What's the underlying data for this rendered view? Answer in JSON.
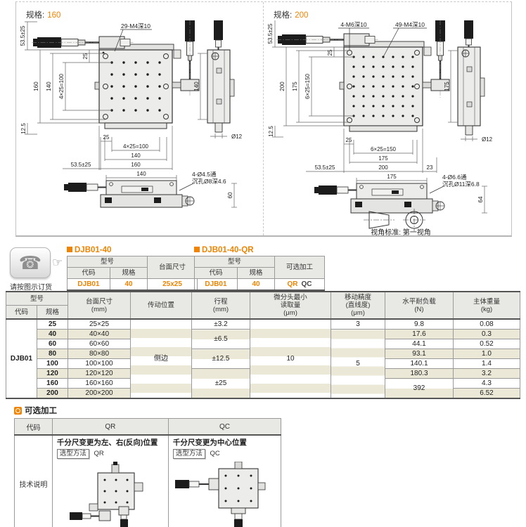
{
  "accent_color": "#f08300",
  "stripe_color": "#ebe8d8",
  "panels": [
    {
      "title_label": "规格:",
      "title_value": "160",
      "labels": {
        "note_holes": "29-M4深10",
        "dim_535_left": "53.5±25",
        "dim_160_v": "160",
        "dim_140_v": "140",
        "dim_4x25_v": "4×25=100",
        "dim_25_v": "25",
        "dim_125": "12.5",
        "dim_25_h": "25",
        "dim_4x25_h": "4×25=100",
        "dim_140_h": "140",
        "dim_160_h": "160",
        "dim_535_h": "53.5±25",
        "side_dim_140": "140",
        "side_dia": "Ø12",
        "bot_dim_140": "140",
        "bot_note1": "4-Ø4.5通",
        "bot_note2": "沉孔Ø8深4.6",
        "bot_dim_60": "60"
      }
    },
    {
      "title_label": "规格:",
      "title_value": "200",
      "labels": {
        "note_corner": "4-M6深10",
        "note_holes": "49-M4深10",
        "dim_535_left": "53.5±25",
        "dim_200_v": "200",
        "dim_175_v": "175",
        "dim_6x25_v": "6×25=150",
        "dim_25_v": "25",
        "dim_125": "12.5",
        "dim_25_h": "25",
        "dim_6x25_h": "6×25=150",
        "dim_175_h": "175",
        "dim_200_h": "200",
        "dim_23": "23",
        "dim_535_h": "53.5±25",
        "side_dim_175": "175",
        "side_dia": "Ø12",
        "bot_dim_175": "175",
        "bot_note1": "4-Ø6.6通",
        "bot_note2": "沉孔Ø11深6.8",
        "bot_dim_64": "64",
        "view_note": "视角标准: 第一视角"
      }
    }
  ],
  "order_note": {
    "caption": "请按图示订货"
  },
  "example_tables": [
    {
      "title": "DJB01-40",
      "col_model": "型号",
      "col_code": "代码",
      "col_spec": "规格",
      "col_extra": "台面尺寸",
      "code": "DJB01",
      "spec": "40",
      "extra": "25x25"
    },
    {
      "title": "DJB01-40-QR",
      "col_model": "型号",
      "col_code": "代码",
      "col_spec": "规格",
      "col_extra": "可选加工",
      "code": "DJB01",
      "spec": "40",
      "extra_primary": "QR",
      "extra_secondary": "QC"
    }
  ],
  "spec_table": {
    "headers": {
      "model": "型号",
      "code": "代码",
      "spec": "规格",
      "size": "台面尺寸\n(mm)",
      "drive_pos": "传动位置",
      "stroke": "行程\n(mm)",
      "min_reading": "微分头最小\n读取量\n(μm)",
      "accuracy": "移动精度\n(直线度)\n(μm)",
      "load": "水平耐负载\n(N)",
      "weight": "主体重量\n(kg)"
    },
    "merged": {
      "code": "DJB01",
      "drive_pos": "侧边",
      "min_reading": "10",
      "accuracy_first": "3",
      "accuracy_rest": "5",
      "stroke_25": "±3.2",
      "stroke_40_60": "±6.5",
      "stroke_80_100": "±12.5",
      "stroke_120_200": "±25",
      "load_160_200": "392"
    },
    "rows": [
      {
        "spec": "25",
        "size": "25×25",
        "load": "9.8",
        "weight": "0.08"
      },
      {
        "spec": "40",
        "size": "40×40",
        "load": "17.6",
        "weight": "0.3"
      },
      {
        "spec": "60",
        "size": "60×60",
        "load": "44.1",
        "weight": "0.52"
      },
      {
        "spec": "80",
        "size": "80×80",
        "load": "93.1",
        "weight": "1.0"
      },
      {
        "spec": "100",
        "size": "100×100",
        "load": "140.1",
        "weight": "1.4"
      },
      {
        "spec": "120",
        "size": "120×120",
        "load": "180.3",
        "weight": "3.2"
      },
      {
        "spec": "160",
        "size": "160×160",
        "weight": "4.3"
      },
      {
        "spec": "200",
        "size": "200×200",
        "weight": "6.52"
      }
    ]
  },
  "optional_machining": {
    "title": "可选加工",
    "col_code": "代码",
    "col_qr": "QR",
    "col_qc": "QC",
    "row_label": "技术说明",
    "qr": {
      "heading": "千分尺变更为左、右(反向)位置",
      "method_label": "选型方法",
      "method_value": "QR"
    },
    "qc": {
      "heading": "千分尺变更为中心位置",
      "method_label": "选型方法",
      "method_value": "QC"
    }
  }
}
